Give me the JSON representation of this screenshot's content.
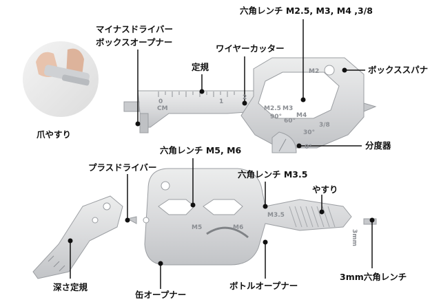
{
  "labels": {
    "hex_wrench_small": "六角レンチ M2.5, M3, M4 ,3/8",
    "minus_driver": "マイナスドライバー",
    "box_opener": "ボックスオープナー",
    "wire_cutter": "ワイヤーカッター",
    "ruler": "定規",
    "box_spanner": "ボックススパナ",
    "nail_file": "爪やすり",
    "protractor": "分度器",
    "hex_wrench_m5m6": "六角レンチ M5, M6",
    "plus_driver": "プラスドライバー",
    "hex_wrench_m35": "六角レンチ M3.5",
    "file": "やすり",
    "hex_wrench_3mm": "3mm六角レンチ",
    "depth_gauge": "深さ定規",
    "bottle_opener": "ボトルオープナー",
    "can_opener": "缶オープナー"
  },
  "tool_markings": {
    "top_key": {
      "m2": "M2",
      "m25": "M2.5",
      "m3": "M3",
      "m4": "M4",
      "m38": "3/8",
      "a90": "90°",
      "a60": "60°",
      "a30": "30°",
      "a0": "0°",
      "cm": "CM",
      "zero": "0",
      "one": "1",
      "two": "2"
    },
    "bottom_key": {
      "m5": "M5",
      "m6": "M6",
      "m35": "M3.5",
      "mm3": "3mm"
    }
  },
  "colors": {
    "steel_light": "#e2e3e5",
    "steel_mid": "#c8cacd",
    "steel_dark": "#8c8f94",
    "pointer": "#111111",
    "background": "#ffffff"
  }
}
